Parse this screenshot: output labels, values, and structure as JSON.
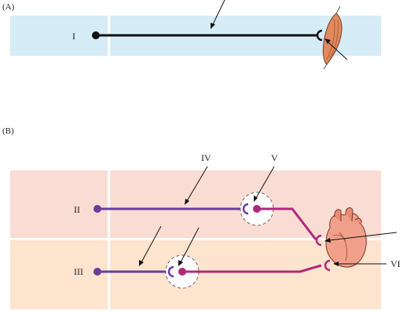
{
  "panel_a": {
    "tag": "(A)",
    "neuron_label": "I",
    "colors": {
      "background": "#d6ecf6",
      "axon": "#111111",
      "muscle": "#e08a5e"
    }
  },
  "panel_b": {
    "tag": "(B)",
    "neuron_labels": [
      "II",
      "III"
    ],
    "callouts": [
      "IV",
      "V",
      "VI"
    ],
    "colors": {
      "top_band": "#f9ddd4",
      "bottom_band": "#fde4cf",
      "preganglionic": "#6a3d9a",
      "postganglionic": "#b0287a",
      "heart": "#f0a08a"
    }
  }
}
